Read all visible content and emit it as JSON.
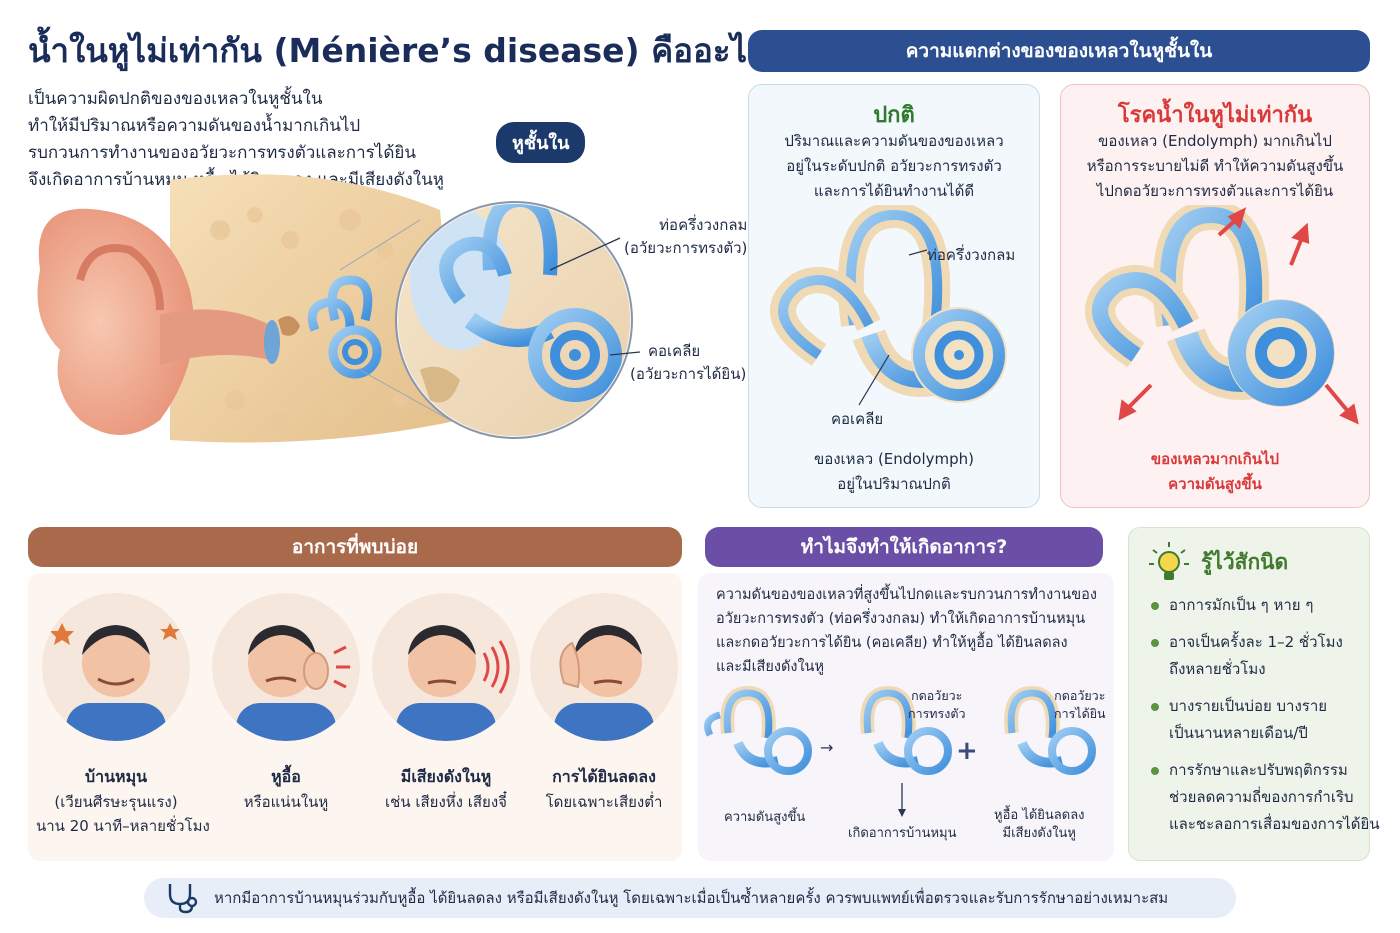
{
  "header": {
    "title": "น้ำในหูไม่เท่ากัน (Ménière’s disease) คืออะไร?",
    "intro_lines": [
      "เป็นความผิดปกติของของเหลวในหูชั้นใน",
      "ทำให้มีปริมาณหรือความดันของน้ำมากเกินไป",
      "รบกวนการทำงานของอวัยวะการทรงตัวและการได้ยิน",
      "จึงเกิดอาการบ้านหมุน หูอื้อ ได้ยินลดลง และมีเสียงดังในหู"
    ]
  },
  "ear_diagram": {
    "inner_ear_label": "หูชั้นใน",
    "semicircular_label": "ท่อครึ่งวงกลม",
    "semicircular_sub": "(อวัยวะการทรงตัว)",
    "cochlea_label": "คอเคลีย",
    "cochlea_sub": "(อวัยวะการได้ยิน)"
  },
  "comparison": {
    "header": "ความแตกต่างของของเหลวในหูชั้นใน",
    "normal": {
      "title": "ปกติ",
      "desc_lines": [
        "ปริมาณและความดันของของเหลว",
        "อยู่ในระดับปกติ อวัยวะการทรงตัว",
        "และการได้ยินทำงานได้ดี"
      ],
      "label_semicircular": "ท่อครึ่งวงกลม",
      "label_cochlea": "คอเคลีย",
      "bottom_lines": [
        "ของเหลว (Endolymph)",
        "อยู่ในปริมาณปกติ"
      ]
    },
    "disease": {
      "title": "โรคน้ำในหูไม่เท่ากัน",
      "desc_lines": [
        "ของเหลว (Endolymph) มากเกินไป",
        "หรือการระบายไม่ดี ทำให้ความดันสูงขึ้น",
        "ไปกดอวัยวะการทรงตัวและการได้ยิน"
      ],
      "bottom_lines": [
        "ของเหลวมากเกินไป",
        "ความดันสูงขึ้น"
      ]
    }
  },
  "symptoms": {
    "header": "อาการที่พบบ่อย",
    "items": [
      {
        "name": "บ้านหมุน",
        "detail_lines": [
          "(เวียนศีรษะรุนแรง)",
          "นาน 20 นาที–หลายชั่วโมง"
        ]
      },
      {
        "name": "หูอื้อ",
        "detail_lines": [
          "หรือแน่นในหู"
        ]
      },
      {
        "name": "มีเสียงดังในหู",
        "detail_lines": [
          "เช่น เสียงหึ่ง เสียงจี๋"
        ]
      },
      {
        "name": "การได้ยินลดลง",
        "detail_lines": [
          "โดยเฉพาะเสียงต่ำ"
        ]
      }
    ]
  },
  "why": {
    "header": "ทำไมจึงทำให้เกิดอาการ?",
    "text_lines": [
      "ความดันของของเหลวที่สูงขึ้นไปกดและรบกวนการทำงานของ",
      "อวัยวะการทรงตัว (ท่อครึ่งวงกลม) ทำให้เกิดอาการบ้านหมุน",
      "และกดอวัยวะการได้ยิน (คอเคลีย) ทำให้หูอื้อ ได้ยินลดลง",
      "และมีเสียงดังในหู"
    ],
    "label_pressure": "ความดันสูงขึ้น",
    "label_press_balance": [
      "กดอวัยวะ",
      "การทรงตัว"
    ],
    "label_press_hearing": [
      "กดอวัยวะ",
      "การได้ยิน"
    ],
    "label_vertigo": "เกิดอาการบ้านหมุน",
    "label_hearing_result": [
      "หูอื้อ ได้ยินลดลง",
      "มีเสียงดังในหู"
    ]
  },
  "did_you_know": {
    "title": "รู้ไว้สักนิด",
    "items": [
      [
        "อาการมักเป็น ๆ หาย ๆ"
      ],
      [
        "อาจเป็นครั้งละ 1–2 ชั่วโมง",
        "ถึงหลายชั่วโมง"
      ],
      [
        "บางรายเป็นบ่อย บางราย",
        "เป็นนานหลายเดือน/ปี"
      ],
      [
        "การรักษาและปรับพฤติกรรม",
        "ช่วยลดความถี่ของการกำเริบ",
        "และชะลอการเสื่อมของการได้ยิน"
      ]
    ]
  },
  "footer": {
    "text": "หากมีอาการบ้านหมุนร่วมกับหูอื้อ ได้ยินลดลง หรือมีเสียงดังในหู โดยเฉพาะเมื่อเป็นซ้ำหลายครั้ง ควรพบแพทย์เพื่อตรวจและรับการรักษาอย่างเหมาะสม"
  },
  "colors": {
    "navy": "#1b3a6b",
    "compare_header": "#2c4f92",
    "normal_green": "#2f7a2e",
    "disease_red": "#d83a3a",
    "symptom_brown": "#a86a4a",
    "why_purple": "#6b4fa6",
    "know_green": "#3f7a2e"
  }
}
